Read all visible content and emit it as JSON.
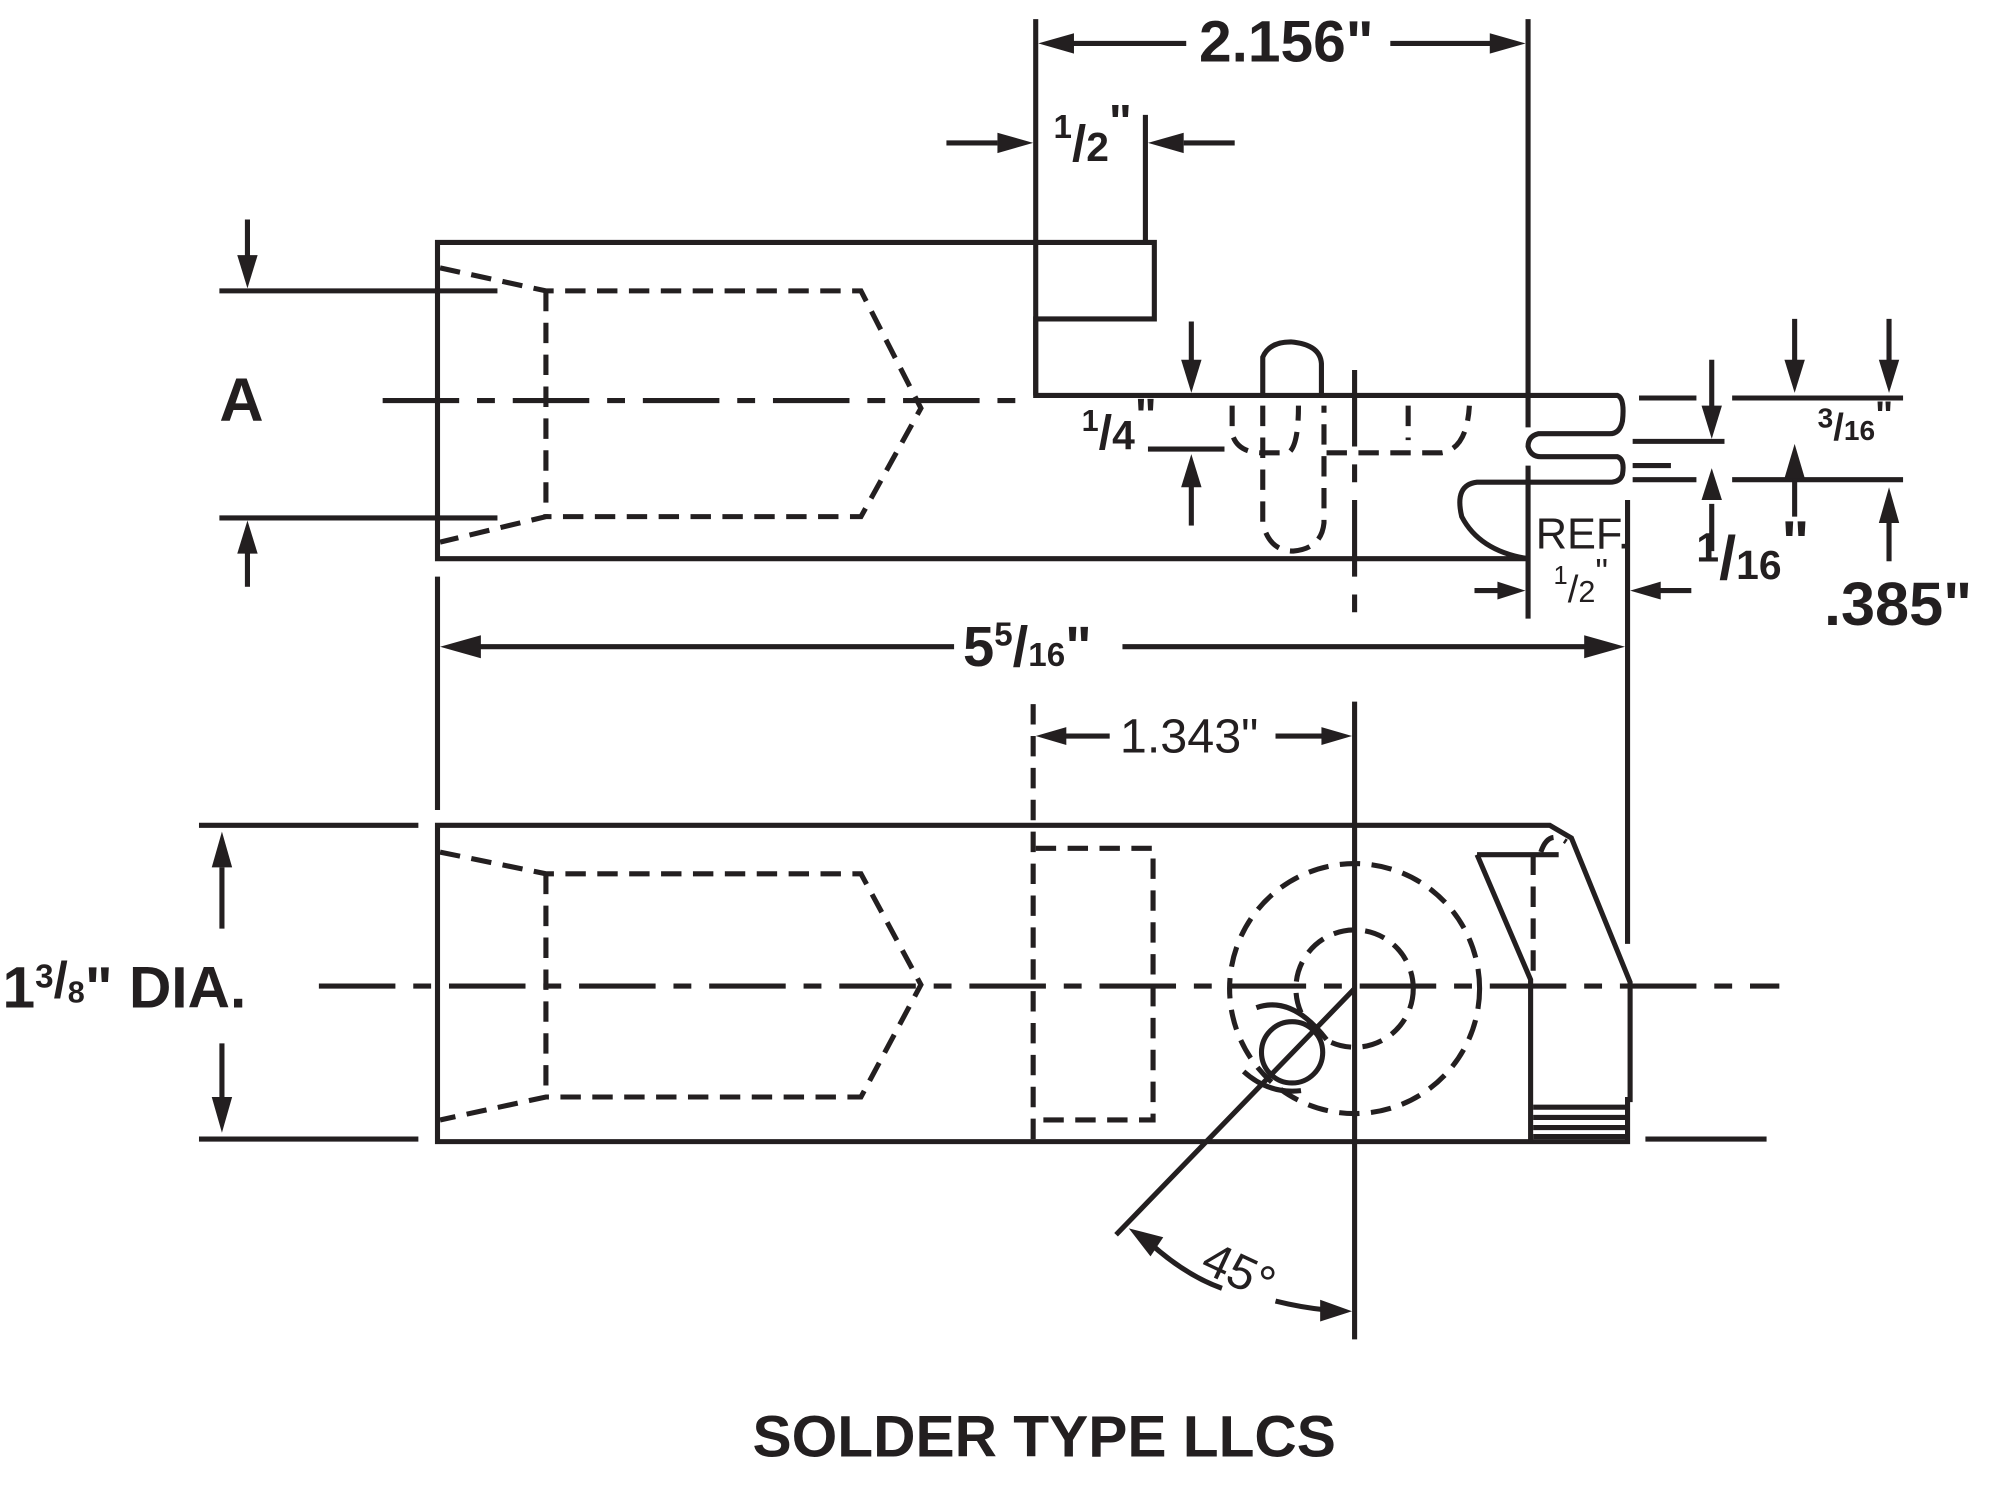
{
  "title": "SOLDER TYPE LLCS",
  "dimensions": {
    "overall_span": "2.156\"",
    "tab_width": {
      "num": "1",
      "den": "2",
      "unit": "\""
    },
    "diameter_label": "A",
    "quarter": {
      "num": "1",
      "den": "4",
      "unit": "\""
    },
    "three_sixteenths": {
      "num": "3",
      "den": "16",
      "unit": "\""
    },
    "one_sixteenth": {
      "num": "1",
      "den": "16",
      "unit": "\""
    },
    "thickness": ".385\"",
    "ref_label": "REF.",
    "ref_half": {
      "num": "1",
      "den": "2",
      "unit": "\""
    },
    "length": {
      "whole": "5",
      "num": "5",
      "den": "16",
      "unit": "\""
    },
    "hole_offset": "1.343\"",
    "dia": {
      "whole": "1",
      "num": "3",
      "den": "8",
      "unit": "\" DIA."
    },
    "angle": "45°"
  },
  "colors": {
    "ink": "#231f20",
    "background": "#ffffff"
  }
}
